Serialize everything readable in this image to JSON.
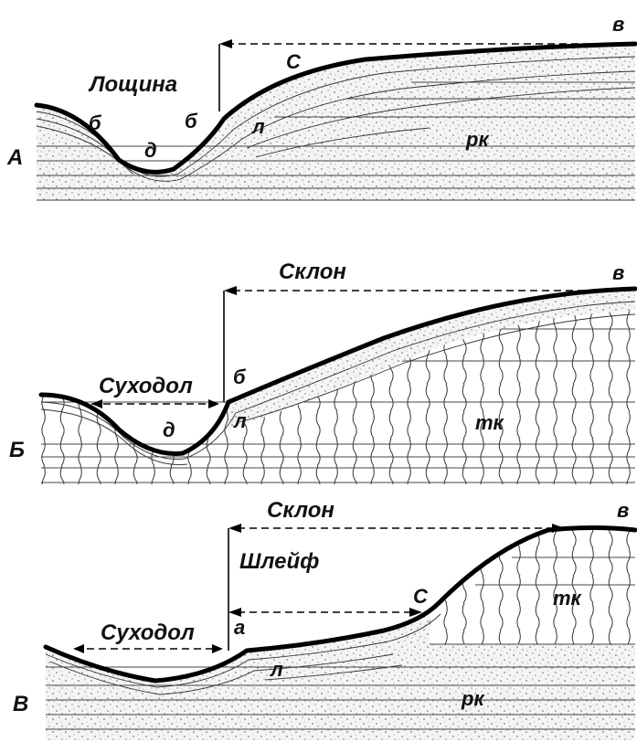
{
  "panels": [
    {
      "id": "A",
      "side_label": "А",
      "labels": {
        "gully": "Лощина",
        "b_left": "б",
        "b_right": "б",
        "d": "д",
        "l": "л",
        "c": "С",
        "v": "в",
        "rk": "рк"
      }
    },
    {
      "id": "B",
      "side_label": "Б",
      "labels": {
        "slope": "Склон",
        "dry_valley": "Суходол",
        "b": "б",
        "d": "д",
        "l": "л",
        "v": "в",
        "tk": "тк"
      }
    },
    {
      "id": "V",
      "side_label": "В",
      "labels": {
        "slope": "Склон",
        "plume": "Шлейф",
        "dry_valley": "Суходол",
        "a": "а",
        "c": "С",
        "l": "л",
        "v": "в",
        "tk": "тк",
        "rk": "рк"
      }
    }
  ],
  "colors": {
    "ink": "#000000",
    "speckle": "#9a9a9a",
    "paper": "#ffffff"
  }
}
